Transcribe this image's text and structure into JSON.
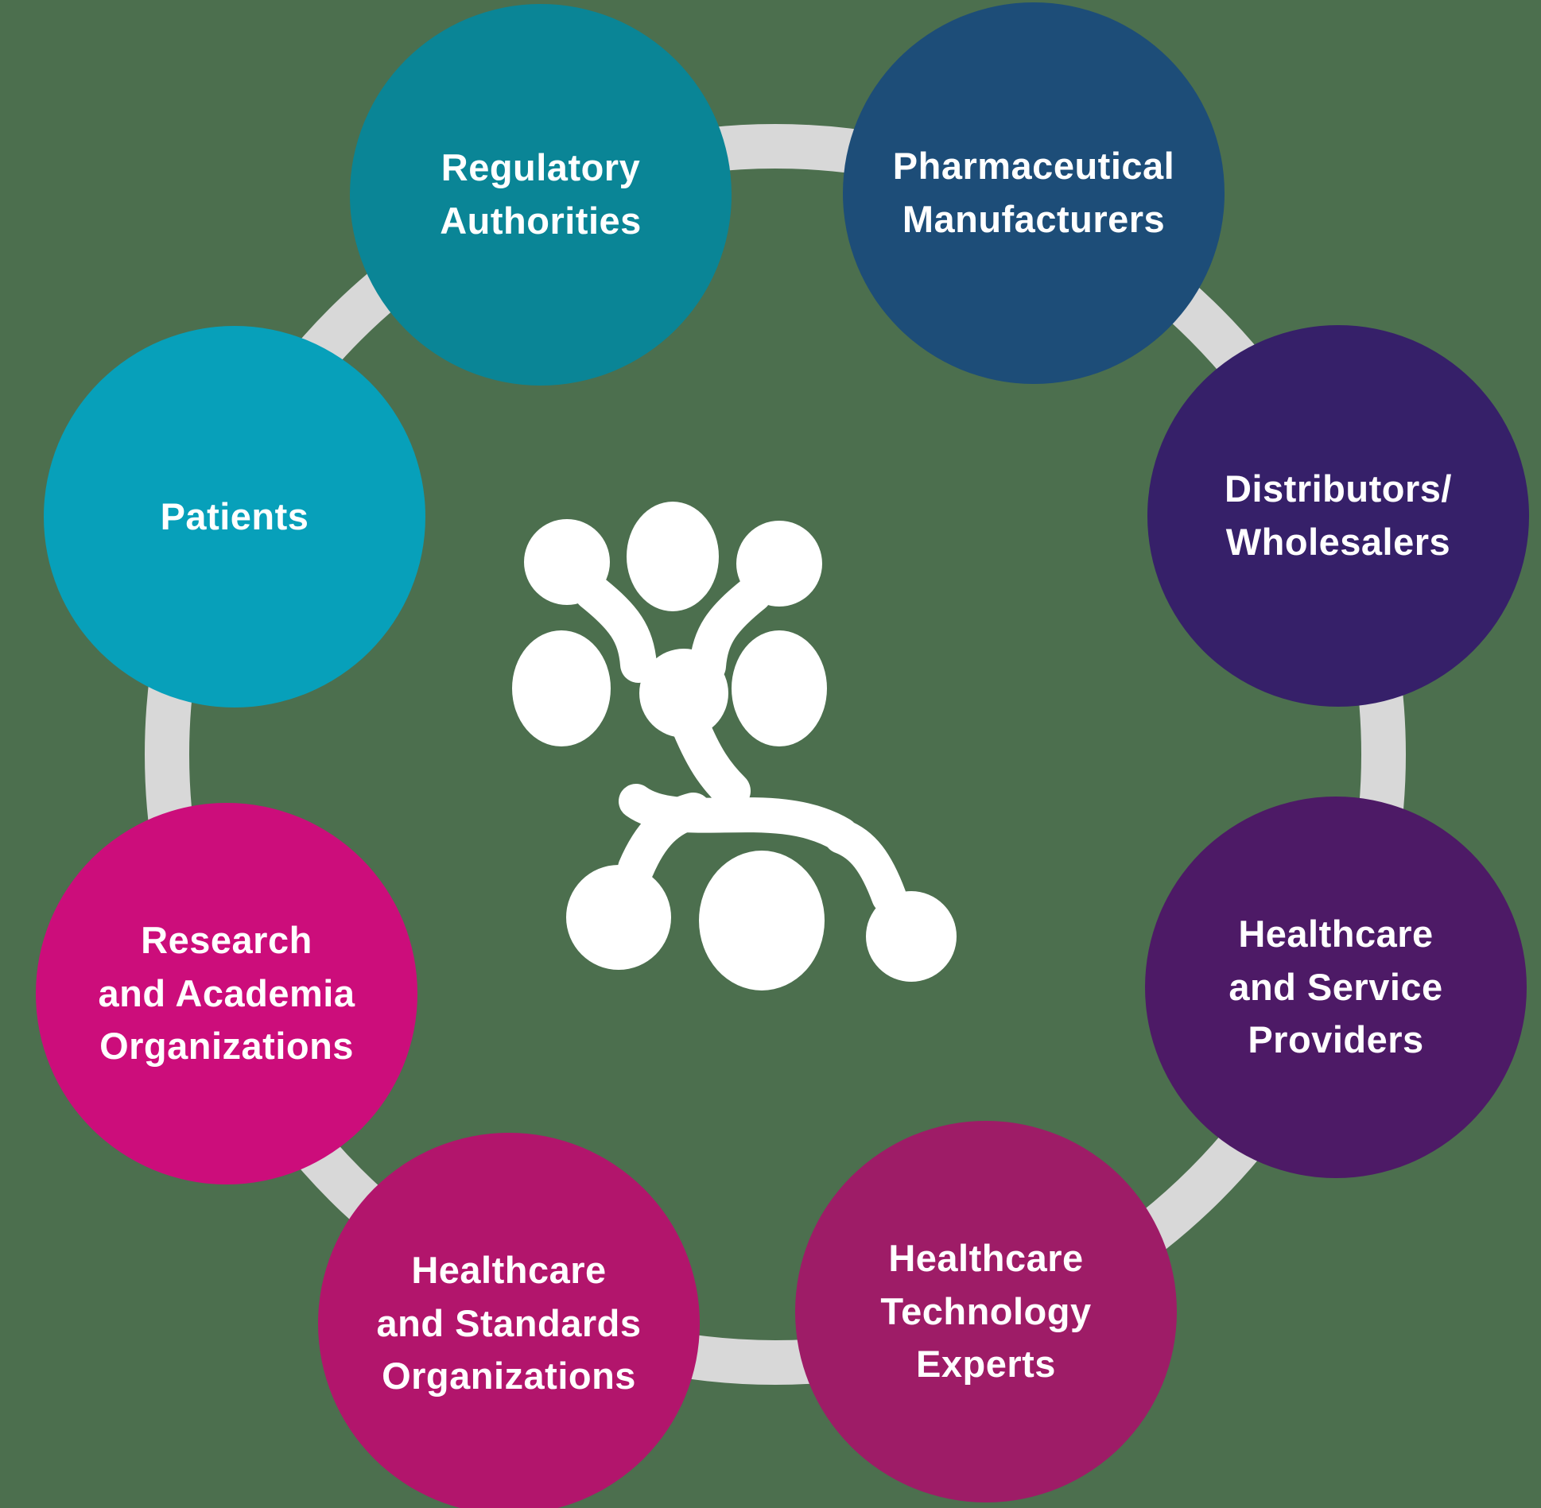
{
  "diagram": {
    "background_color": "#4c6f4e",
    "ring_color": "#d8d8d8",
    "text_color": "#ffffff",
    "center_icon": {
      "name": "people-network-molecule-icon",
      "color": "#ffffff"
    },
    "nodes": [
      {
        "id": "regulatory-authorities",
        "label": "Regulatory\nAuthorities",
        "color": "#0a8596"
      },
      {
        "id": "pharmaceutical-manufacturers",
        "label": "Pharmaceutical\nManufacturers",
        "color": "#1d4d78"
      },
      {
        "id": "distributors-wholesalers",
        "label": "Distributors/\nWholesalers",
        "color": "#362069"
      },
      {
        "id": "healthcare-service-providers",
        "label": "Healthcare\nand Service\nProviders",
        "color": "#4d1a66"
      },
      {
        "id": "healthcare-technology-experts",
        "label": "Healthcare\nTechnology\nExperts",
        "color": "#9e1c67"
      },
      {
        "id": "healthcare-standards-organizations",
        "label": "Healthcare\nand Standards\nOrganizations",
        "color": "#b2156c"
      },
      {
        "id": "research-academia-organizations",
        "label": "Research\nand Academia\nOrganizations",
        "color": "#cc0d7b"
      },
      {
        "id": "patients",
        "label": "Patients",
        "color": "#07a0ba"
      }
    ]
  }
}
